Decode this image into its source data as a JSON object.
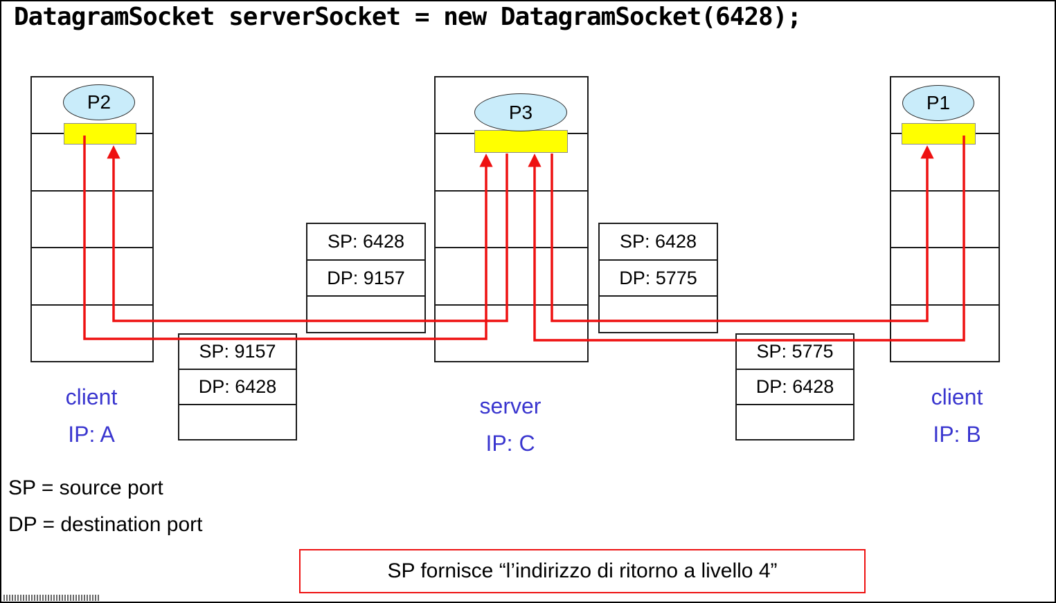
{
  "header": {
    "code": "DatagramSocket serverSocket = new DatagramSocket(6428);"
  },
  "stacks": {
    "left": {
      "process": "P2",
      "label_line1": "client",
      "label_line2": "IP: A"
    },
    "middle": {
      "process": "P3",
      "label_line1": "server",
      "label_line2": "IP: C"
    },
    "right": {
      "process": "P1",
      "label_line1": "client",
      "label_line2": "IP: B"
    }
  },
  "packets": {
    "left_top": {
      "sp": "SP: 6428",
      "dp": "DP: 9157"
    },
    "left_bottom": {
      "sp": "SP: 9157",
      "dp": "DP: 6428"
    },
    "right_top": {
      "sp": "SP: 6428",
      "dp": "DP: 5775"
    },
    "right_bottom": {
      "sp": "SP: 5775",
      "dp": "DP: 6428"
    }
  },
  "legend": {
    "sp_line": "SP = source port",
    "dp_line": "DP = destination port"
  },
  "note": "SP fornisce “l’indirizzo di ritorno a livello 4”",
  "colors": {
    "accent_red": "#ee1111",
    "socket_yellow": "#ffff00",
    "process_fill": "#c9ecfa",
    "label_blue": "#3a36cf"
  }
}
